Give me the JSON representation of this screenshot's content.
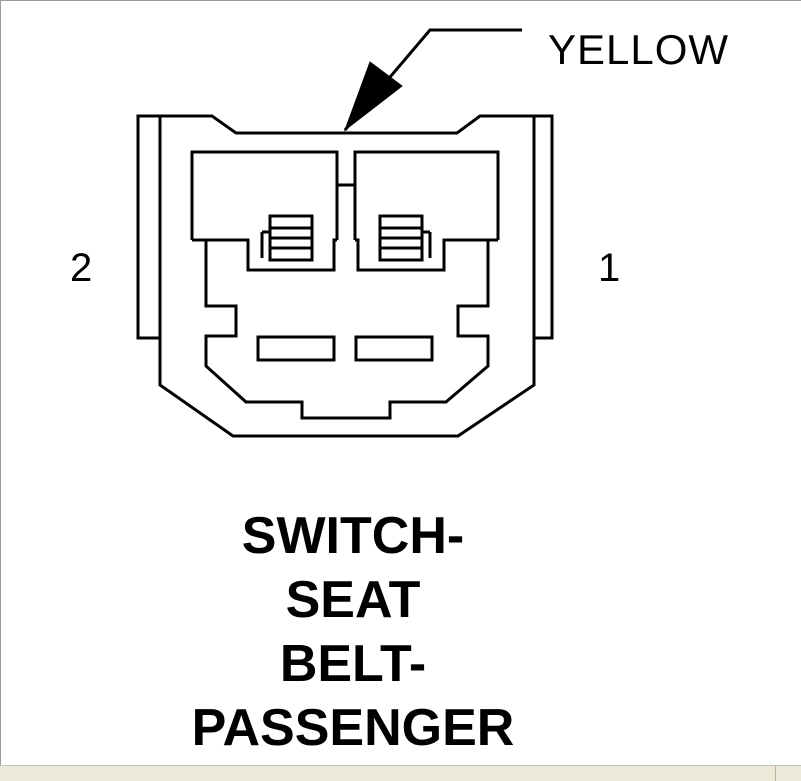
{
  "diagram": {
    "connector_color": "YELLOW",
    "pins": {
      "left": "2",
      "right": "1"
    },
    "title_lines": [
      "SWITCH-",
      "SEAT",
      "BELT-",
      "PASSENGER"
    ]
  },
  "colors": {
    "line": "#000000",
    "background": "#ffffff",
    "scrollbar": "#ece9d8"
  }
}
